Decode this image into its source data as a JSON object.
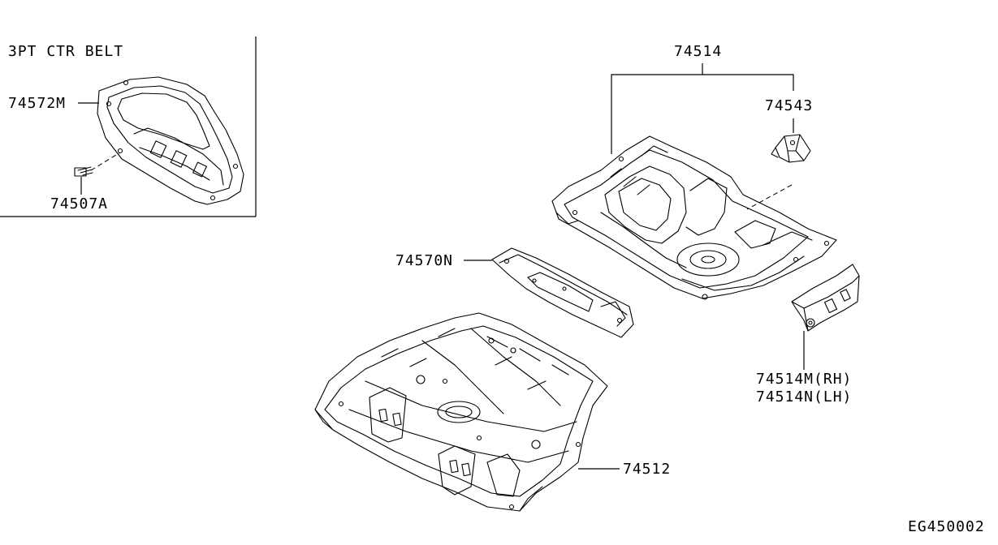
{
  "inset": {
    "title": "3PT CTR BELT"
  },
  "labels": {
    "p74514": "74514",
    "p74543": "74543",
    "p74572M": "74572M",
    "p74507A": "74507A",
    "p74570N": "74570N",
    "p74514M": "74514M(RH)",
    "p74514N": "74514N(LH)",
    "p74512": "74512"
  },
  "footer": {
    "code": "EG450002"
  }
}
